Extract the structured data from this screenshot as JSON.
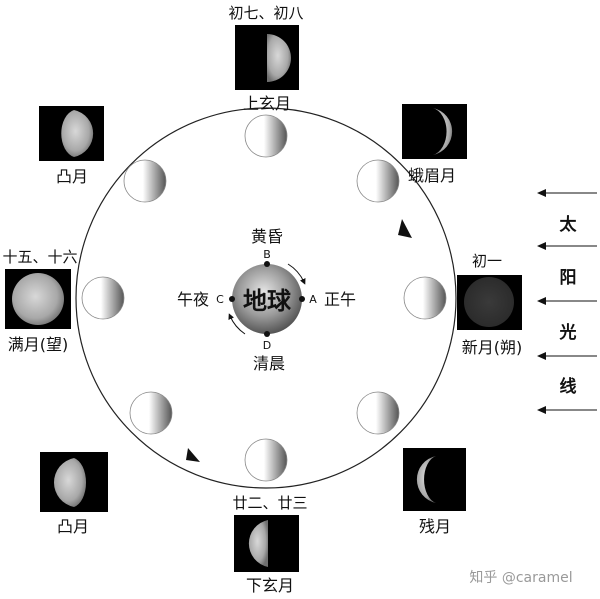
{
  "earth": {
    "label": "地球"
  },
  "time_points": {
    "B": {
      "letter": "B",
      "label": "黄昏"
    },
    "A": {
      "letter": "A",
      "label": "正午"
    },
    "C": {
      "letter": "C",
      "label": "午夜"
    },
    "D": {
      "letter": "D",
      "label": "清晨"
    }
  },
  "phases": {
    "first_quarter": {
      "date": "初七、初八",
      "name": "上玄月"
    },
    "crescent": {
      "name": "蛾眉月"
    },
    "new_moon": {
      "date": "初一",
      "name": "新月(朔)"
    },
    "waning_crescent": {
      "name": "残月"
    },
    "last_quarter": {
      "date": "廿二、廿三",
      "name": "下玄月"
    },
    "gibbous_lower": {
      "name": "凸月"
    },
    "full_moon": {
      "date": "十五、十六",
      "name": "满月(望)"
    },
    "gibbous_upper": {
      "name": "凸月"
    }
  },
  "sunlight": {
    "chars": [
      "太",
      "阳",
      "光",
      "线"
    ]
  },
  "watermark": {
    "text": "知乎 @caramel"
  }
}
